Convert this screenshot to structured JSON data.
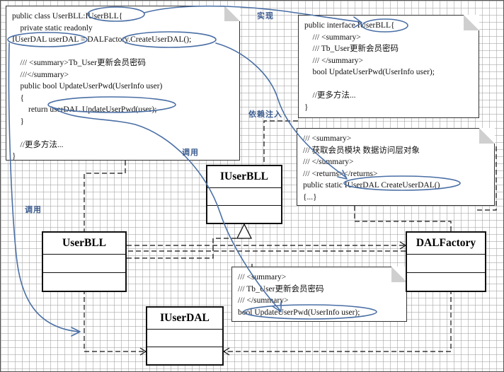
{
  "notes": {
    "userbll_code": {
      "lines": [
        "public class UserBLL:IUserBLL{",
        "    private static readonly",
        "IUserDAL userDAL = DALFactory.CreateUserDAL();",
        "",
        "    /// <summary>Tb_User更新会员密码",
        "    ///</summary>",
        "    public bool UpdateUserPwd(UserInfo user)",
        "    {",
        "        return userDAL.UpdateUserPwd(user);",
        "    }",
        "",
        "    //更多方法...",
        "}"
      ]
    },
    "iuserbll_code": {
      "lines": [
        "public interface IUserBLL{",
        "    /// <summary>",
        "    /// Tb_User更新会员密码",
        "    /// </summary>",
        "    bool UpdateUserPwd(UserInfo user);",
        "",
        "    //更多方法...",
        "}"
      ]
    },
    "dalfactory_code": {
      "lines": [
        "/// <summary>",
        "/// 获取会员模块 数据访问层对象",
        "/// </summary>",
        "/// <returns></returns>",
        "public static IUserDAL CreateUserDAL()",
        "{...}"
      ]
    },
    "iuserdal_code": {
      "lines": [
        "/// <summary>",
        "/// Tb_User更新会员密码",
        "/// </summary>",
        "bool UpdateUserPwd(UserInfo user);"
      ]
    }
  },
  "classes": {
    "iuserbll": "IUserBLL",
    "userbll": "UserBLL",
    "dalfactory": "DALFactory",
    "iuserdal": "IUserDAL"
  },
  "annotations": {
    "implements": "实现",
    "dependency_injection": "依赖注入",
    "calls_1": "调用",
    "calls_2": "调用"
  },
  "colors": {
    "handwriting": "#3b5b8f",
    "grid": "#a0a0a0",
    "dashed_line": "#111111"
  }
}
